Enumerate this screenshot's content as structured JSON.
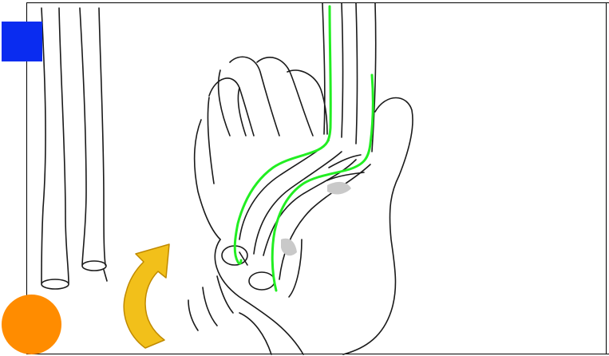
{
  "colors": {
    "blue_marker": "#0a2cf0",
    "orange_marker": "#ff8c00",
    "arrow_yellow": "#f2c01a",
    "arrow_outline": "#c08a00",
    "trace_green": "#22ee22",
    "ink": "#1a1a1a",
    "shadow": "#c9c9c9"
  },
  "markers": [
    {
      "shape": "square",
      "color": "blue"
    },
    {
      "shape": "circle",
      "color": "orange"
    }
  ],
  "annotation": {
    "arrow_direction": "curved-up",
    "motion_lines": 3,
    "green_traces": 2
  }
}
